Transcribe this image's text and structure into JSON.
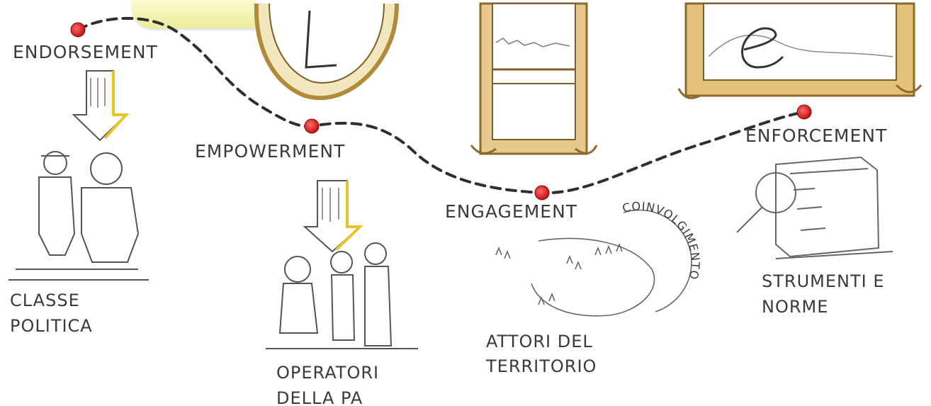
{
  "stages": [
    {
      "name": "ENDORSEMENT"
    },
    {
      "name": "EMPOWERMENT"
    },
    {
      "name": "ENGAGEMENT"
    },
    {
      "name": "ENFORCEMENT"
    }
  ],
  "targets": [
    {
      "lines": [
        "CLASSE",
        "POLITICA"
      ]
    },
    {
      "lines": [
        "OPERATORI",
        "DELLA PA"
      ]
    },
    {
      "lines": [
        "ATTORI DEL",
        "TERRITORIO"
      ]
    },
    {
      "lines": [
        "STRUMENTI E",
        "NORME"
      ]
    }
  ],
  "frames": {
    "oval_letter": "L",
    "landscape_letter": "e"
  },
  "circle_text": "COINVOLGIMENTO",
  "colors": {
    "accent_dot": "#d81c1c",
    "frame_gold": "#c9a253",
    "arrow_yellow": "#e9c32a",
    "sticky": "#eeeea0"
  }
}
